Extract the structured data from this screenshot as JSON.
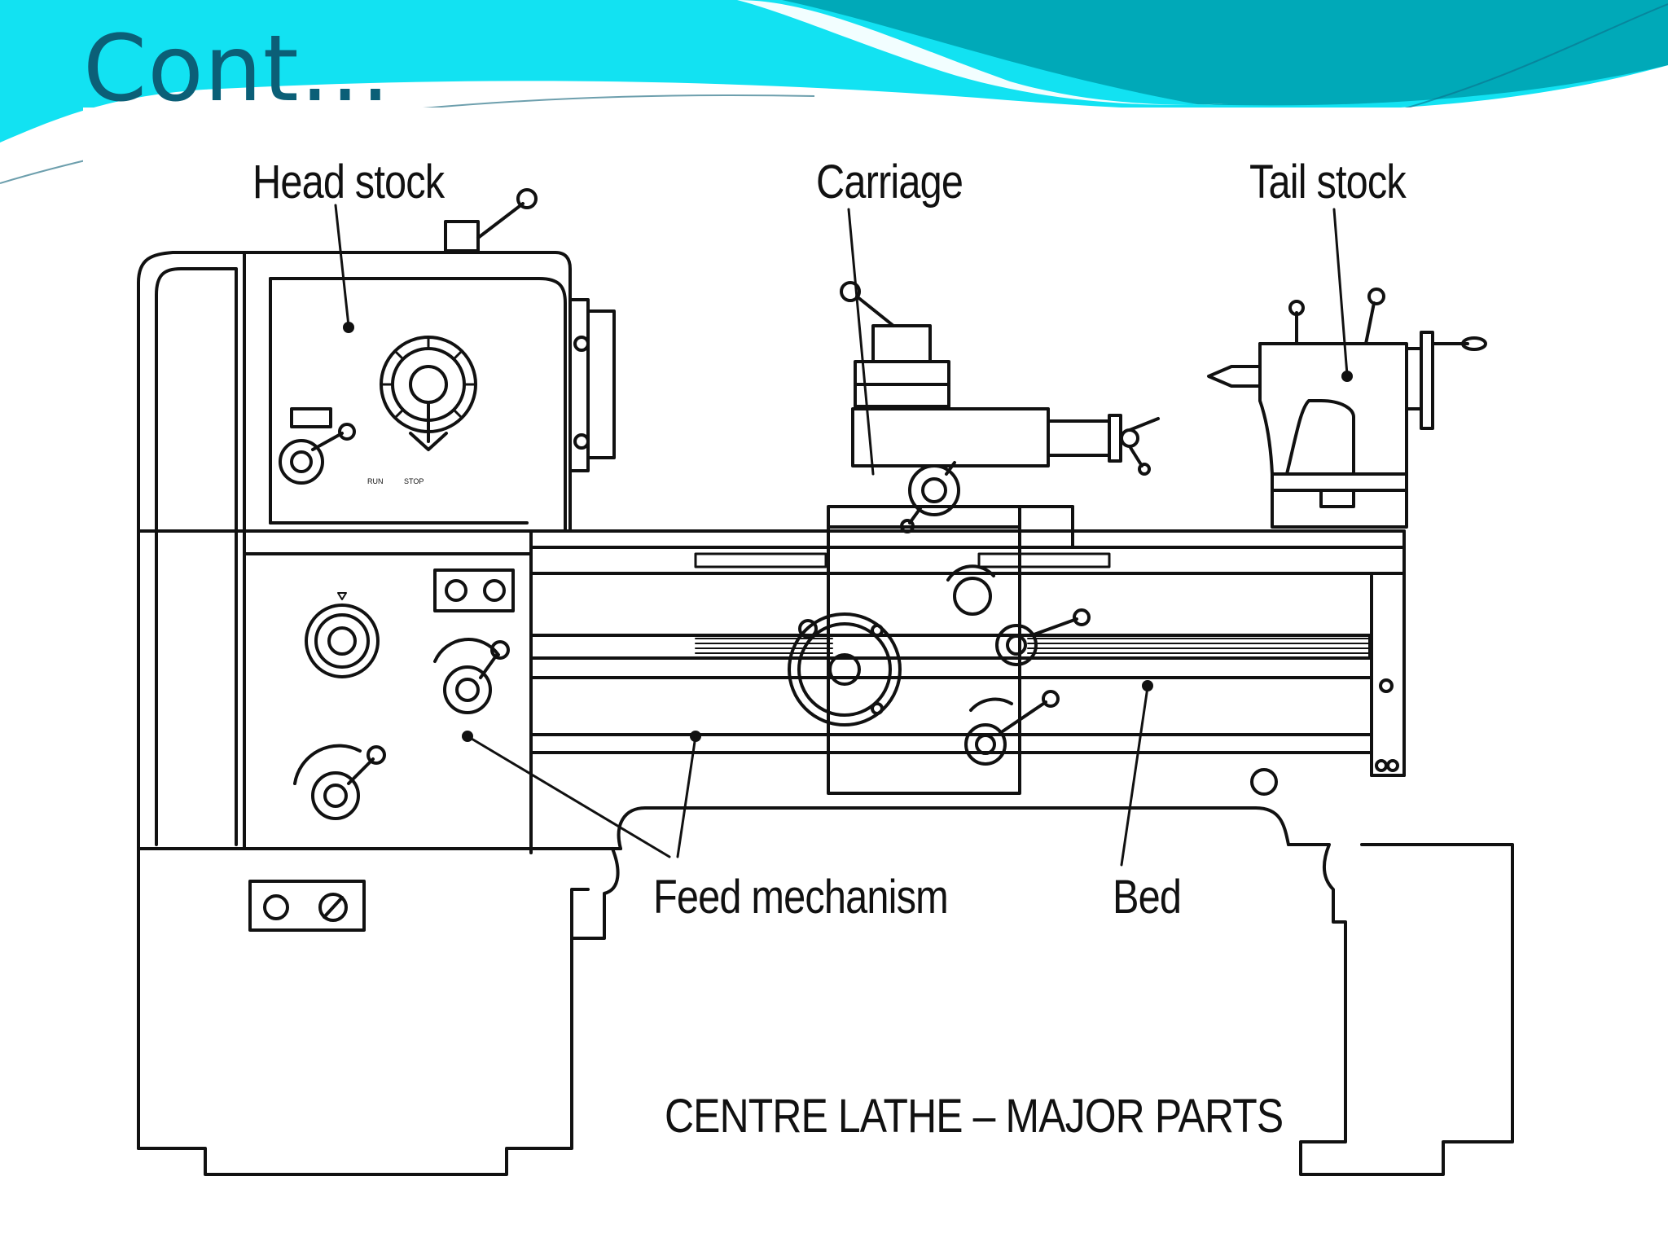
{
  "slide": {
    "title": "Cont…",
    "colors": {
      "title": "#0b5f77",
      "banner_light": "#12e2f2",
      "banner_dark": "#00a9b8",
      "line_art": "#111111"
    }
  },
  "diagram": {
    "labels": {
      "head_stock": "Head stock",
      "carriage": "Carriage",
      "tail_stock": "Tail stock",
      "feed_mechanism": "Feed mechanism",
      "bed": "Bed"
    },
    "caption": "CENTRE LATHE – MAJOR PARTS",
    "control_labels": {
      "run": "RUN",
      "stop": "STOP"
    }
  }
}
